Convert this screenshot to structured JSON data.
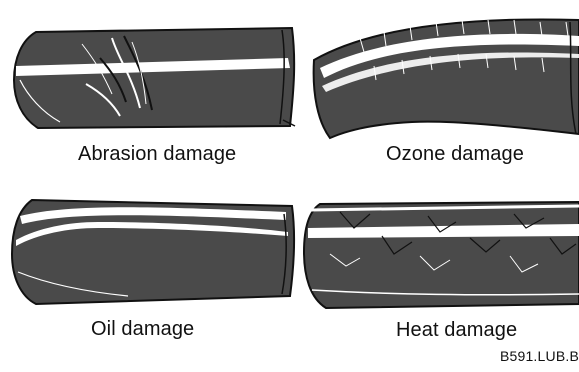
{
  "panels": [
    {
      "label": "Abrasion damage"
    },
    {
      "label": "Ozone damage"
    },
    {
      "label": "Oil damage"
    },
    {
      "label": "Heat damage"
    }
  ],
  "figure_ref": "B591.LUB.B",
  "colors": {
    "hose": "#4a4a4a",
    "outline": "#111111",
    "stripe": "#ffffff"
  }
}
